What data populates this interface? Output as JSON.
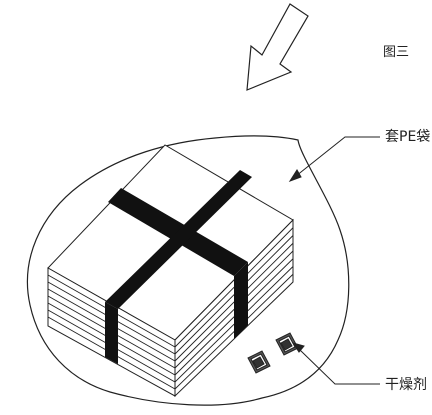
{
  "figure_label": "图三",
  "labels": {
    "bag": "套PE袋",
    "desiccant": "干燥剂"
  },
  "colors": {
    "line": "#222222",
    "strap": "#111111",
    "background": "#ffffff"
  },
  "icons": {
    "direction": "down-left-arrow-icon"
  }
}
